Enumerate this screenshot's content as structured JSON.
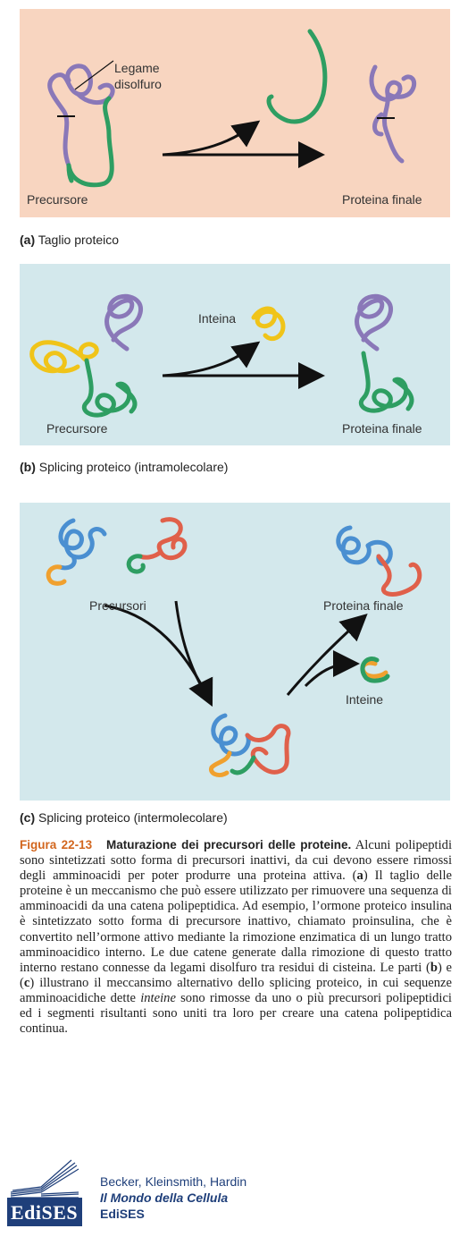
{
  "panel_a": {
    "label_bond": "Legame",
    "label_bond2": "disolfuro",
    "label_precursor": "Precursore",
    "label_final": "Proteina finale",
    "caption_letter": "(a)",
    "caption_text": " Taglio proteico"
  },
  "panel_b": {
    "label_intein": "Inteina",
    "label_precursor": "Precursore",
    "label_final": "Proteina finale",
    "caption_letter": "(b)",
    "caption_text": " Splicing proteico (intramolecolare)"
  },
  "panel_c": {
    "label_precursors": "Precursori",
    "label_final": "Proteina finale",
    "label_inteins": "Inteine",
    "caption_letter": "(c)",
    "caption_text": " Splicing proteico (intermolecolare)"
  },
  "figure": {
    "number": "Figura 22-13",
    "title": "Maturazione dei precursori delle proteine.",
    "body_1": " Alcuni polipeptidi sono sintetizzati sotto forma di precursori inattivi, da cui devono essere rimossi degli amminoacidi per poter produrre una proteina attiva. (",
    "ref_a": "a",
    "body_2": ") Il taglio delle proteine è un meccanismo che può essere utilizzato per rimuovere una sequenza di amminoacidi da una catena polipeptidica. Ad esempio, l’ormone proteico insulina è sintetizzato sotto forma di precursore inattivo, chiamato proinsulina, che è convertito nell’ormone attivo mediante la rimozione enzimatica di un lungo tratto amminoacidico interno. Le due catene generate dalla rimozione di questo tratto interno restano connesse da legami disolfuro tra residui di cisteina. Le parti (",
    "ref_b": "b",
    "body_3": ") e (",
    "ref_c": "c",
    "body_4": ") illustrano il meccansimo alternativo dello splicing proteico, in cui sequenze amminoacidiche dette ",
    "intein_word": "inteine",
    "body_5": " sono rimosse da uno o più precursori polipeptidici ed i segmenti risultanti sono uniti tra loro per creare una catena polipeptidica continua."
  },
  "publisher": {
    "logo_text": "EdiSES",
    "authors": "Becker, Kleinsmith, Hardin",
    "book": "Il Mondo della Cellula",
    "publisher": "EdiSES"
  },
  "colors": {
    "panel_a_bg": "#f8d5c0",
    "panel_bc_bg": "#d3e8ec",
    "purple": "#8a78b8",
    "green": "#2e9e62",
    "yellow": "#f0c419",
    "blue": "#4a8fd1",
    "red": "#e0604a",
    "orange": "#f0a02e",
    "figure_number": "#d2661e",
    "logo_blue": "#1f3f7a"
  }
}
